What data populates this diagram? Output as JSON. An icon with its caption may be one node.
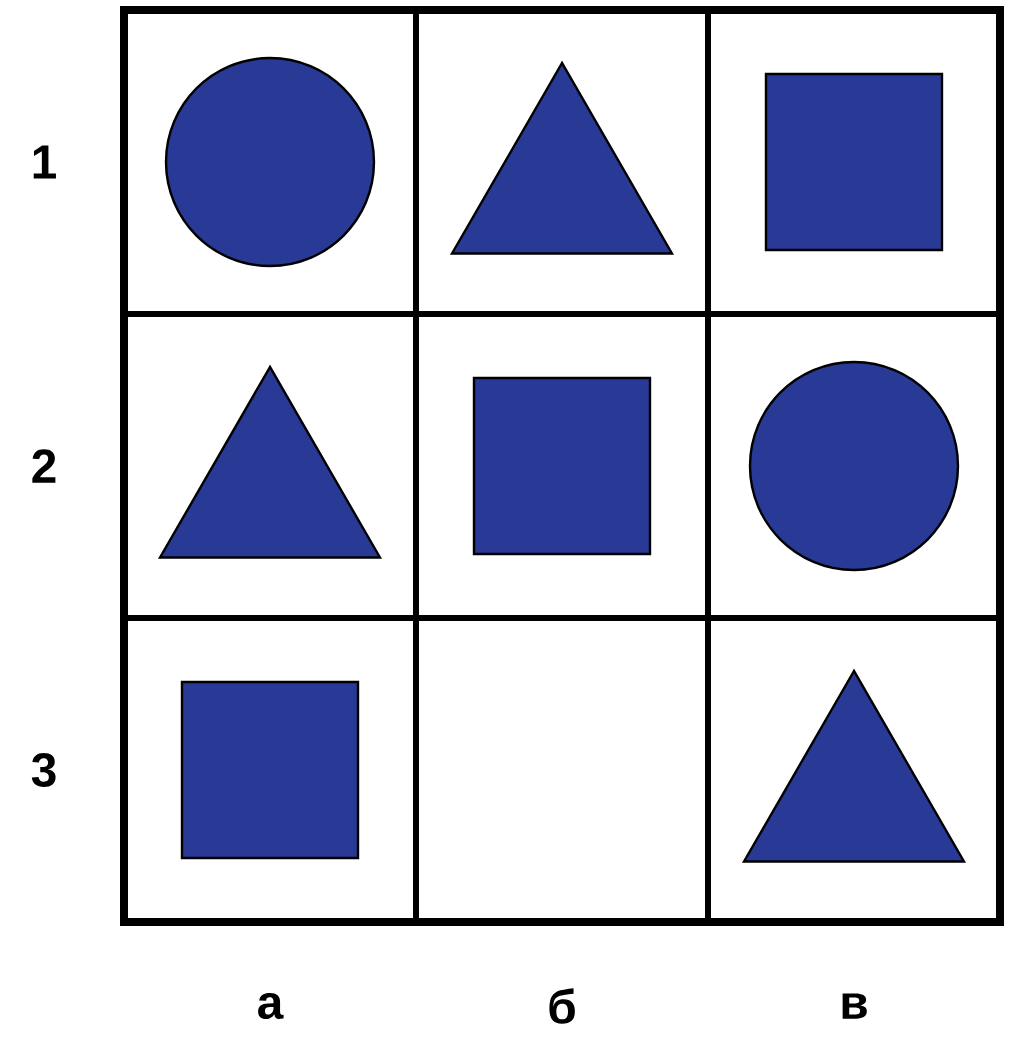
{
  "diagram": {
    "nodes": [
      {
        "text": [],
        "shape": "circle"
      },
      {
        "text": [],
        "shape": "triangle"
      },
      {
        "text": [],
        "shape": "box"
      },
      {
        "text": [],
        "shape": "triangle"
      },
      {
        "text": [],
        "shape": "box"
      },
      {
        "text": [],
        "shape": "circle"
      },
      {
        "text": [],
        "shape": "box"
      },
      {
        "text": [],
        "shape": "triangle"
      }
    ],
    "labels": [
      "1",
      "2",
      "3",
      "а",
      "б",
      "в"
    ]
  }
}
